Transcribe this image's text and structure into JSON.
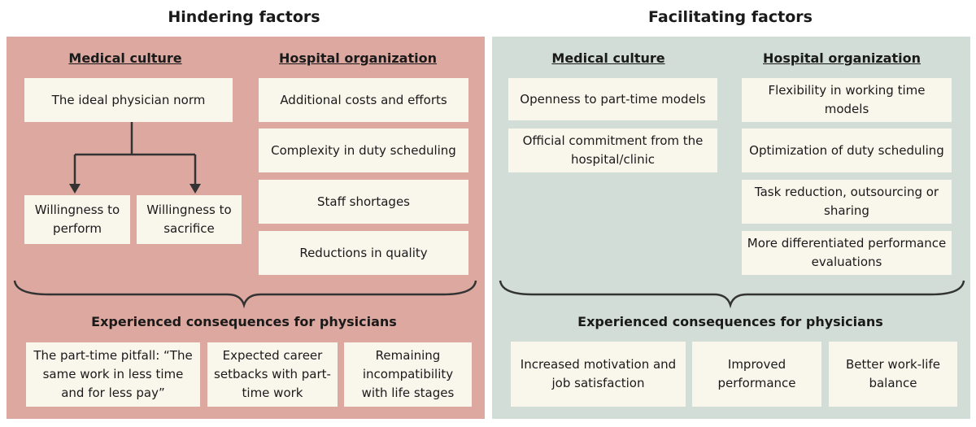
{
  "hindering": {
    "title": "Hindering factors",
    "medical_header": "Medical culture",
    "hospital_header": "Hospital organization",
    "ideal_norm": "The ideal physician norm",
    "willingness": [
      "Willingness to perform",
      "Willingness to sacrifice"
    ],
    "hospital_items": [
      "Additional costs and efforts",
      "Complexity in duty scheduling",
      "Staff shortages",
      "Reductions in quality"
    ],
    "consequences_header": "Experienced consequences for physicians",
    "consequences": [
      "The part-time pitfall: “The same work in less time and for less pay”",
      "Expected career setbacks with part-time work",
      "Remaining incompatibility with life stages"
    ]
  },
  "facilitating": {
    "title": "Facilitating factors",
    "medical_header": "Medical culture",
    "hospital_header": "Hospital organization",
    "medical_items": [
      "Openness to part-time models",
      "Official commitment from the hospital/clinic"
    ],
    "hospital_items": [
      "Flexibility in working time models",
      "Optimization of duty scheduling",
      "Task reduction, outsourcing or sharing",
      "More differentiated performance evaluations"
    ],
    "consequences_header": "Experienced consequences for physicians",
    "consequences": [
      "Increased motivation and job satisfaction",
      "Improved performance",
      "Better work-life balance"
    ]
  },
  "colors": {
    "hindering_bg": "#dca89f",
    "facilitating_bg": "#d1ddd6",
    "box": "#f9f6ec"
  }
}
